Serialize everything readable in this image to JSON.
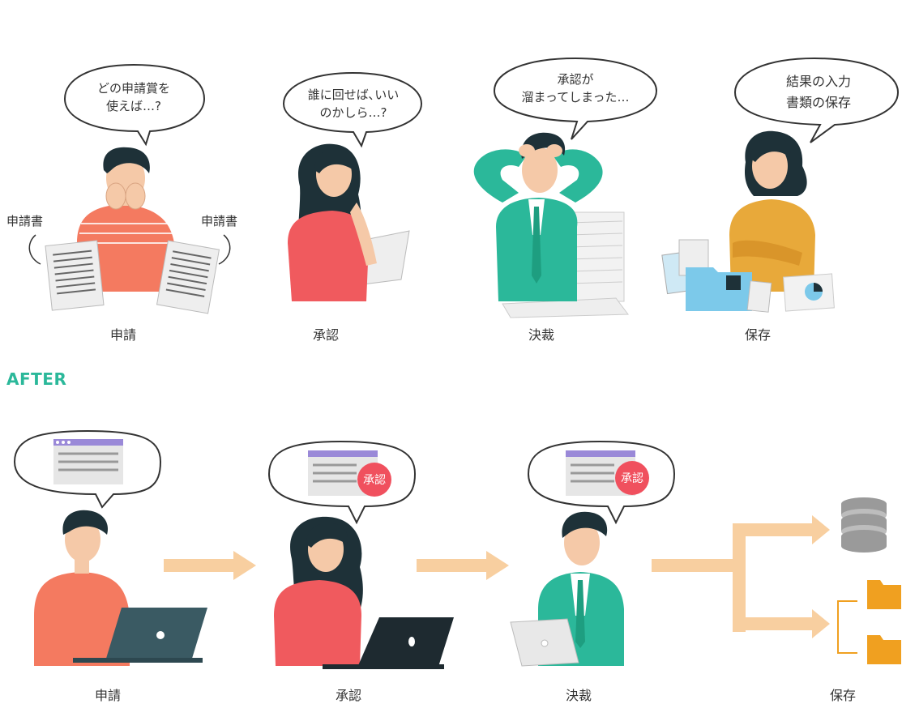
{
  "before": {
    "steps": [
      {
        "label": "申請",
        "bubble_lines": [
          "どの申請賞を",
          "使えば…?"
        ],
        "side_labels": [
          "申請書",
          "申請書"
        ]
      },
      {
        "label": "承認",
        "bubble_lines": [
          "誰に回せば､いい",
          "のかしら…?"
        ]
      },
      {
        "label": "決裁",
        "bubble_lines": [
          "承認が",
          "溜まってしまった…"
        ]
      },
      {
        "label": "保存",
        "bubble_lines": [
          "結果の入力",
          "書類の保存"
        ]
      }
    ]
  },
  "after": {
    "title": "AFTER",
    "steps": [
      {
        "label": "申請"
      },
      {
        "label": "承認",
        "stamp": "承認"
      },
      {
        "label": "決裁",
        "stamp": "承認"
      },
      {
        "label": "保存"
      }
    ]
  },
  "colors": {
    "accent": "#2bb89a",
    "stamp": "#f0505e",
    "arrow": "#f8cfa0",
    "coral_shirt": "#f47a60",
    "red_shirt": "#f05a5e",
    "green_suit": "#2bb89a",
    "yellow_shirt": "#e8a93a",
    "folder_blue": "#7cc9ea",
    "folder_orange": "#f0a020",
    "database_gray": "#9a9a9a",
    "hair": "#1e3138",
    "skin": "#f5c9a8"
  }
}
